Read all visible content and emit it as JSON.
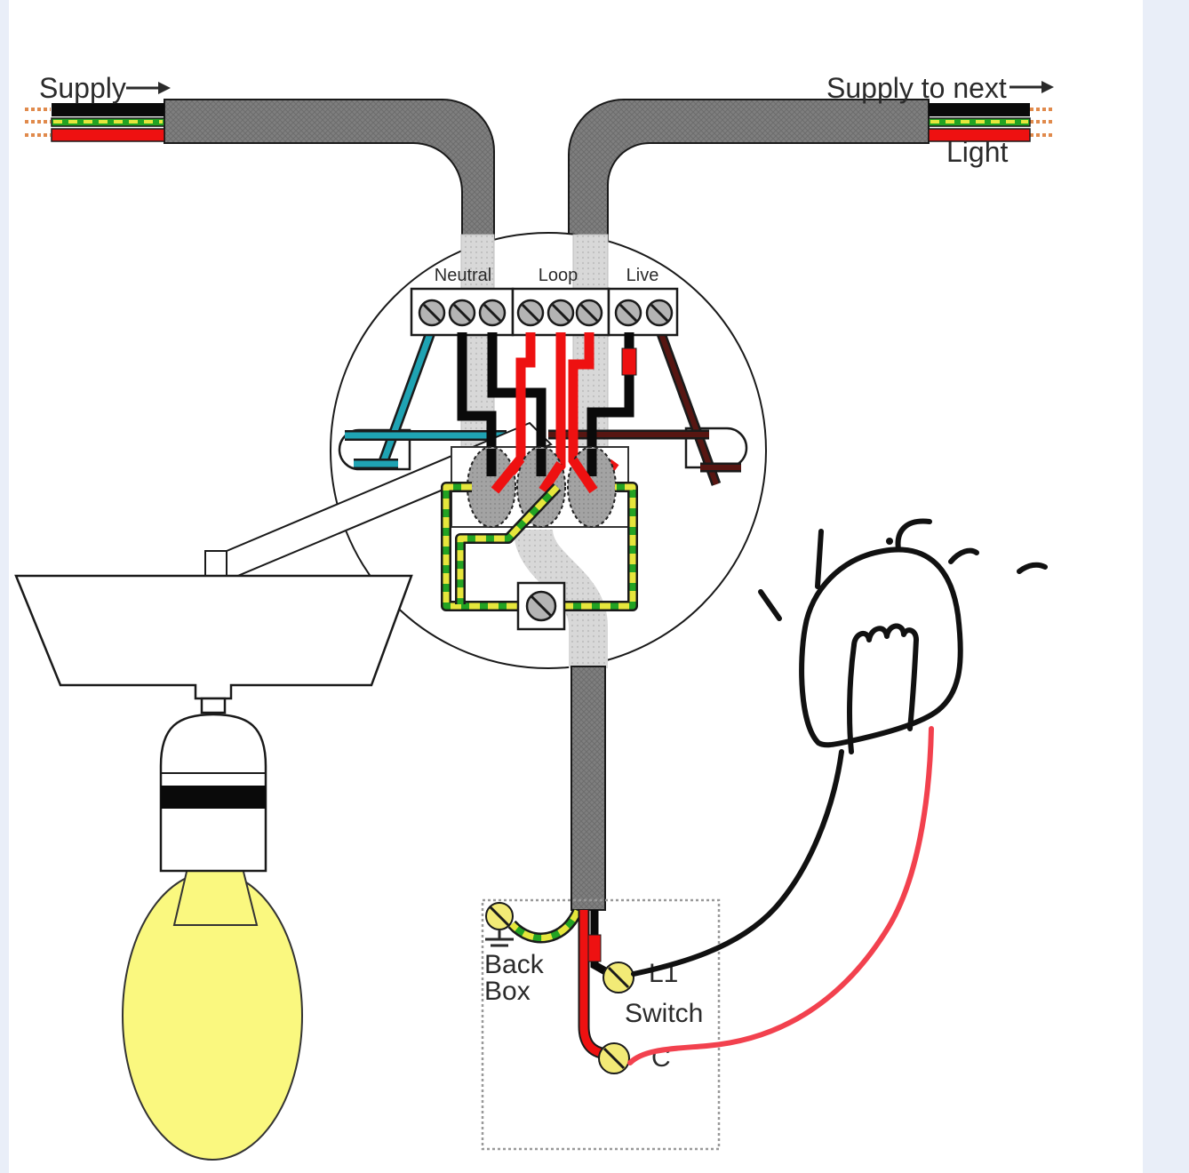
{
  "diagram": {
    "top_labels": {
      "supply": "Supply",
      "supply_to_next": "Supply to next",
      "light": "Light"
    },
    "ceiling_rose": {
      "terminals": [
        {
          "label": "Neutral",
          "screws": 3
        },
        {
          "label": "Loop",
          "screws": 3
        },
        {
          "label": "Live",
          "screws": 2
        }
      ]
    },
    "switch_box": {
      "back_box_line1": "Back",
      "back_box_line2": "Box",
      "switch_label": "Switch",
      "terminal_l1": "L1",
      "terminal_c": "C"
    }
  },
  "colors": {
    "margin": "#E9EEF8",
    "cable": "#7F7F7F",
    "cableLight": "#D8D8D8",
    "gripGray": "#A3A3A3",
    "black": "#0A0A0A",
    "red": "#EE1111",
    "teal": "#1FA3B3",
    "maroon": "#571612",
    "green": "#23A323",
    "yellow": "#E6E63C",
    "screwGray": "#B4B4B4",
    "screwYellow": "#F2EA76",
    "bulb": "#FAF87F",
    "bareLead": "#E08A4C",
    "sketch": "#111111",
    "sketchRed": "#F2414E",
    "text": "#2B2B2B"
  }
}
